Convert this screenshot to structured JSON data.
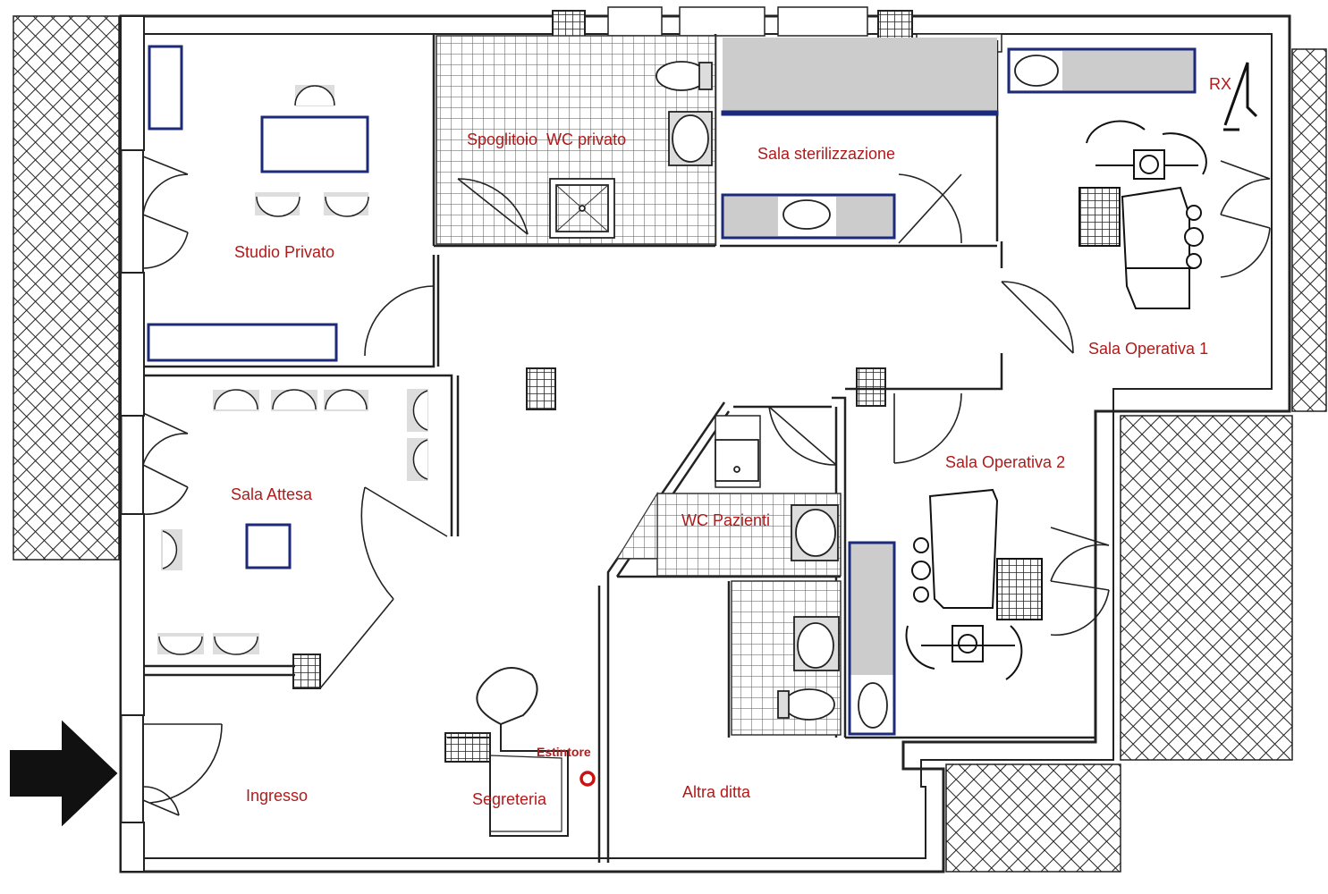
{
  "rooms": {
    "studio_privato": "Studio Privato",
    "spogliatoio_wc": "Spoglitoio  WC privato",
    "sala_sterilizzazione": "Sala sterilizzazione",
    "rx": "RX",
    "sala_operativa_1": "Sala Operativa 1",
    "sala_attesa": "Sala Attesa",
    "sala_operativa_2": "Sala Operativa 2",
    "wc_pazienti": "WC Pazienti",
    "ingresso": "Ingresso",
    "segreteria": "Segreteria",
    "estintore": "Estintore",
    "altra_ditta": "Altra ditta"
  },
  "colors": {
    "label_red": "#b01a1a",
    "furniture_blue": "#1b2a7a",
    "extinguisher_red": "#cc1111",
    "fixture_grey": "#cccccc"
  },
  "icons": [
    "entrance-arrow-icon",
    "fire-extinguisher-icon",
    "dental-chair-icon",
    "chair-icon",
    "toilet-icon",
    "sink-icon",
    "shower-icon",
    "door-icon"
  ]
}
